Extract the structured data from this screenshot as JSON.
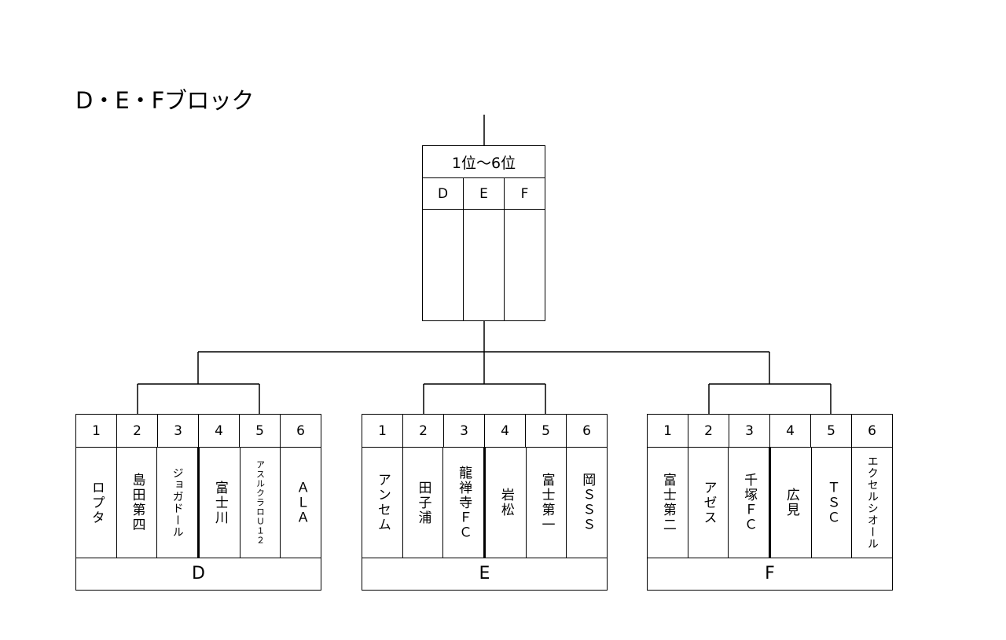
{
  "title": "D・E・Fブロック",
  "summary": {
    "header": "1位～6位",
    "columns": [
      "D",
      "E",
      "F"
    ]
  },
  "blocks": [
    {
      "label": "D",
      "numbers": [
        "1",
        "2",
        "3",
        "4",
        "5",
        "6"
      ],
      "teams": [
        "ロプタ",
        "島田第四",
        "ジョガドール",
        "富士川",
        "アスルクラロＵ１２",
        "ＡＬＡ"
      ]
    },
    {
      "label": "E",
      "numbers": [
        "1",
        "2",
        "3",
        "4",
        "5",
        "6"
      ],
      "teams": [
        "アンセム",
        "田子浦",
        "龍禅寺ＦＣ",
        "岩松",
        "富士第一",
        "岡ＳＳＳ"
      ]
    },
    {
      "label": "F",
      "numbers": [
        "1",
        "2",
        "3",
        "4",
        "5",
        "6"
      ],
      "teams": [
        "富士第二",
        "アゼス",
        "千塚ＦＣ",
        "広見",
        "ＴＳＣ",
        "エクセルシオール"
      ]
    }
  ]
}
